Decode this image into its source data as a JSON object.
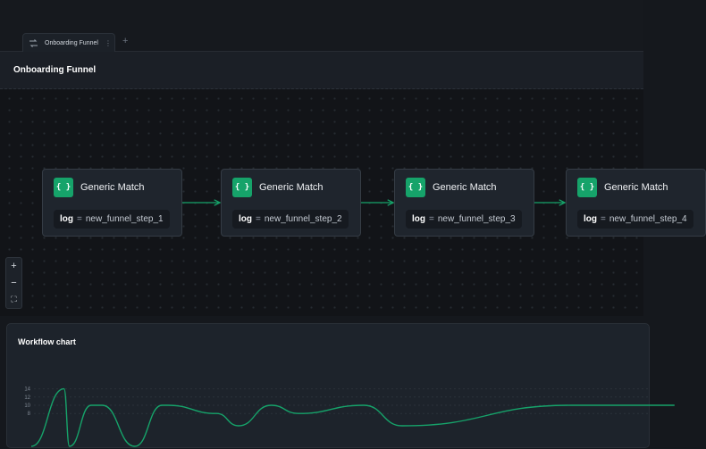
{
  "tabs": [
    {
      "label": "Onboarding Funnel",
      "icon": "workflow-icon",
      "menu_glyph": "⋮"
    }
  ],
  "add_tab_glyph": "+",
  "header": {
    "title": "Onboarding Funnel"
  },
  "nodes": [
    {
      "badge": "{ }",
      "title": "Generic Match",
      "key": "log",
      "op": "=",
      "value": "new_funnel_step_1"
    },
    {
      "badge": "{ }",
      "title": "Generic Match",
      "key": "log",
      "op": "=",
      "value": "new_funnel_step_2"
    },
    {
      "badge": "{ }",
      "title": "Generic Match",
      "key": "log",
      "op": "=",
      "value": "new_funnel_step_3"
    },
    {
      "badge": "{ }",
      "title": "Generic Match",
      "key": "log",
      "op": "=",
      "value": "new_funnel_step_4"
    }
  ],
  "zoom_controls": [
    {
      "name": "zoom-in",
      "glyph": "+"
    },
    {
      "name": "zoom-out",
      "glyph": "−"
    },
    {
      "name": "fit-view",
      "glyph": "⛶"
    }
  ],
  "colors": {
    "accent": "#16a36a",
    "background": "#121418",
    "panel": "#1d232b"
  },
  "chart_panel": {
    "title": "Workflow chart"
  },
  "chart_data": {
    "type": "line",
    "title": "Workflow chart",
    "y_ticks": [
      14,
      12,
      10,
      8
    ],
    "ylim": [
      0,
      14
    ],
    "grid": true,
    "series": [
      {
        "color": "#16a36a",
        "x": [
          0,
          6,
          7,
          11,
          13,
          19,
          24,
          25,
          34,
          38,
          44,
          49,
          61,
          68,
          99,
          108,
          118
        ],
        "values": [
          0,
          14,
          0,
          10,
          10,
          0,
          10,
          10,
          8,
          5,
          10,
          8,
          10,
          5,
          10,
          10,
          10
        ]
      }
    ]
  }
}
